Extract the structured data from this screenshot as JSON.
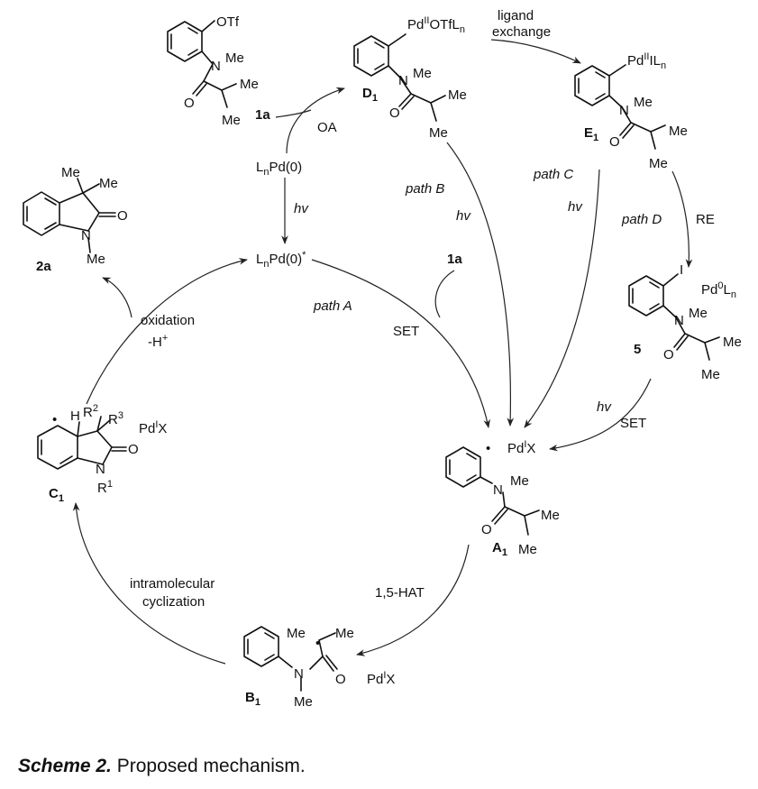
{
  "caption": {
    "label": "Scheme 2.",
    "text": "Proposed mechanism."
  },
  "compounds": {
    "c1a": {
      "label": "1a",
      "group_top": "OTf",
      "n_me": "Me",
      "me_a": "Me",
      "me_b": "Me",
      "o": "O"
    },
    "d1": {
      "label": "D",
      "label_sub": "1",
      "pd": "Pd",
      "pd_ox": "II",
      "pd_ligand": "OTfL",
      "pd_n": "n",
      "n_me": "Me",
      "me_a": "Me",
      "me_b": "Me",
      "o": "O"
    },
    "e1": {
      "label": "E",
      "label_sub": "1",
      "pd": "Pd",
      "pd_ox": "II",
      "pd_ligand": "IL",
      "pd_n": "n",
      "n_me": "Me",
      "me_a": "Me",
      "me_b": "Me",
      "o": "O"
    },
    "c5": {
      "label": "5",
      "iodo": "I",
      "pd": "Pd",
      "pd_ox": "0",
      "pd_ligand": "L",
      "pd_n": "n",
      "n_me": "Me",
      "me_a": "Me",
      "me_b": "Me",
      "o": "O"
    },
    "a1": {
      "label": "A",
      "label_sub": "1",
      "radical": "•",
      "pd": "Pd",
      "pd_ox": "I",
      "pd_x": "X",
      "n": "N",
      "n_me": "Me",
      "me_a": "Me",
      "me_b": "Me",
      "o": "O"
    },
    "b1": {
      "label": "B",
      "label_sub": "1",
      "radical": "•",
      "pd": "Pd",
      "pd_ox": "I",
      "pd_x": "X",
      "n": "N",
      "n_me": "Me",
      "me_a": "Me",
      "me_b": "Me",
      "o": "O"
    },
    "c1": {
      "label": "C",
      "label_sub": "1",
      "radical": "•",
      "h": "H",
      "r1": "R",
      "r1_sup": "1",
      "r2": "R",
      "r2_sup": "2",
      "r3": "R",
      "r3_sup": "3",
      "pd": "Pd",
      "pd_ox": "I",
      "pd_x": "X",
      "n": "N",
      "o": "O"
    },
    "c2a": {
      "label": "2a",
      "me_a": "Me",
      "me_b": "Me",
      "n_me": "Me",
      "n": "N",
      "o": "O"
    }
  },
  "catalyst": {
    "pd0_L": "L",
    "pd0_n": "n",
    "pd0_rest": "Pd(0)",
    "pd0_star_L": "L",
    "pd0_star_n": "n",
    "pd0_star_rest": "Pd(0)",
    "pd0_star_mark": "*"
  },
  "labels": {
    "oa": "OA",
    "ligand_exchange_1": "ligand",
    "ligand_exchange_2": "exchange",
    "hv": "hv",
    "path_a": "path A",
    "path_b": "path B",
    "path_c": "path C",
    "path_d": "path D",
    "re": "RE",
    "set": "SET",
    "reagent_1a": "1a",
    "oxidation": "oxidation",
    "minus_h": "-H",
    "h_plus": "+",
    "hat": "1,5-HAT",
    "cyclization_1": "intramolecular",
    "cyclization_2": "cyclization"
  }
}
